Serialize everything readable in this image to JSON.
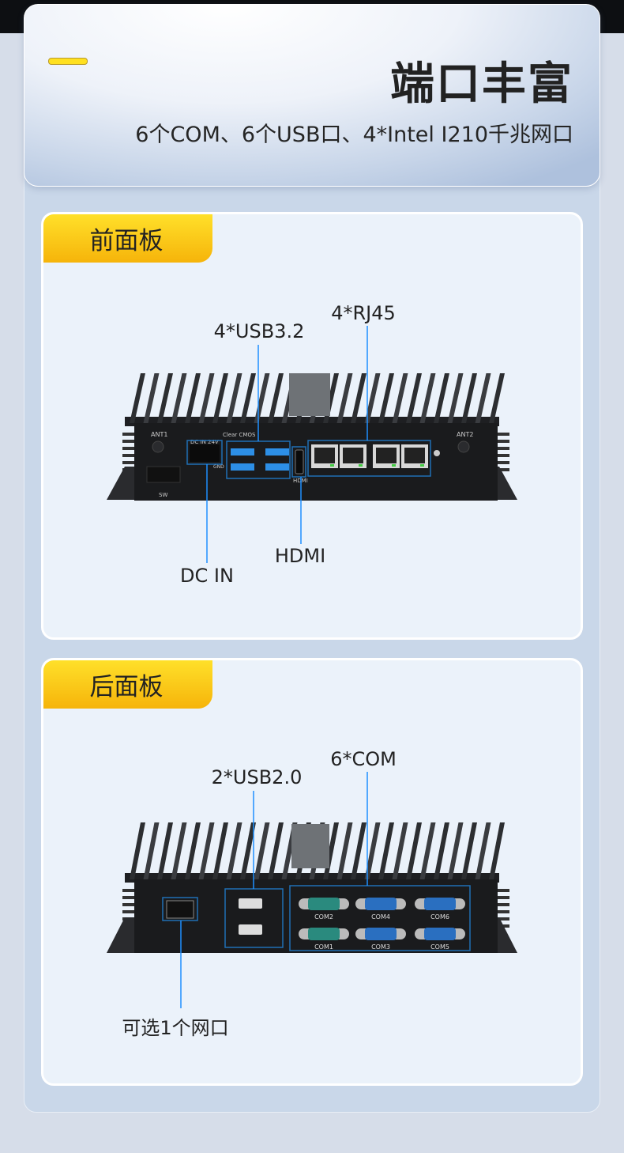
{
  "header": {
    "title": "端口丰富",
    "subtitle": "6个COM、6个USB口、4*Intel I210千兆网口"
  },
  "front": {
    "tab": "前面板",
    "callouts": {
      "usb": "4*USB3.2",
      "rj45": "4*RJ45",
      "hdmi": "HDMI",
      "dcin": "DC IN"
    },
    "device_text": {
      "ant1": "ANT1",
      "ant2": "ANT2",
      "dc": "DC IN 24V",
      "gnd": "GND",
      "cmos": "Clear CMOS",
      "hdmi": "HDMI",
      "sw": "SW"
    }
  },
  "rear": {
    "tab": "后面板",
    "callouts": {
      "usb": "2*USB2.0",
      "com": "6*COM",
      "lan": "可选1个网口"
    },
    "com_labels": [
      "COM2",
      "COM4",
      "COM6",
      "COM1",
      "COM3",
      "COM5"
    ]
  },
  "colors": {
    "accent_yellow": "#ffe02a",
    "callout_blue": "#1e90ff",
    "box_blue": "#1f6fb5",
    "com_teal": "#2a8a7e",
    "com_blue": "#2a6fc0"
  }
}
